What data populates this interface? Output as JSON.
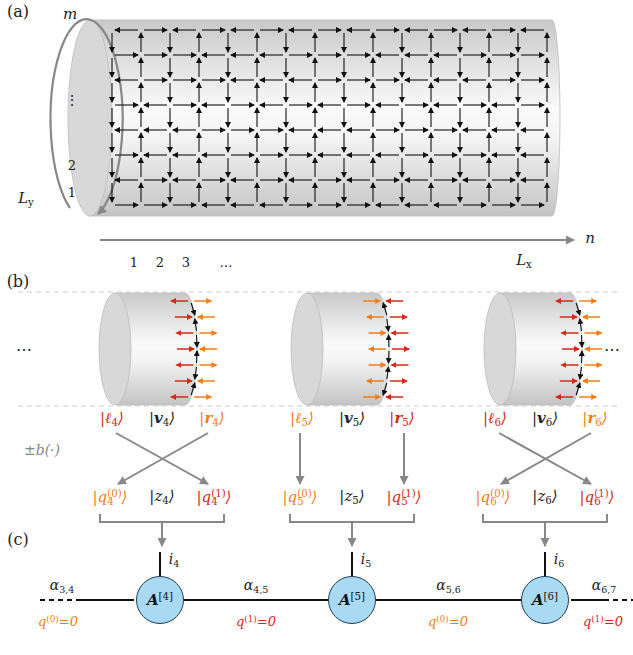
{
  "diagram": {
    "nodes": [
      {
        "text": [
          "A[4]"
        ]
      },
      {
        "text": [
          "A[5]"
        ]
      },
      {
        "text": [
          "A[6]"
        ]
      }
    ],
    "edges": [
      {
        "from": 0,
        "to": 1,
        "arrow": "none",
        "label": "α4,5"
      },
      {
        "from": 1,
        "to": 2,
        "arrow": "none",
        "label": "α5,6"
      }
    ],
    "labels": [
      "(a)",
      "m",
      "⋮",
      "2",
      "1",
      "Ly",
      "n",
      "1",
      "2",
      "3",
      "…",
      "Lx",
      "(b)",
      "…",
      "…",
      "|ℓ4⟩",
      "|v4⟩",
      "|r4⟩",
      "|ℓ5⟩",
      "|v5⟩",
      "|r5⟩",
      "|ℓ6⟩",
      "|v6⟩",
      "|r6⟩",
      "±b(·)",
      "|q4(0)⟩",
      "|z4⟩",
      "|q4(1)⟩",
      "|q5(0)⟩",
      "|z5⟩",
      "|q5(1)⟩",
      "|q6(0)⟩",
      "|z6⟩",
      "|q6(1)⟩",
      "(c)",
      "i4",
      "i5",
      "i6",
      "α3,4",
      "q(0)=0",
      "q(1)=0",
      "q(0)=0",
      "α6,7",
      "q(1)=0"
    ]
  }
}
